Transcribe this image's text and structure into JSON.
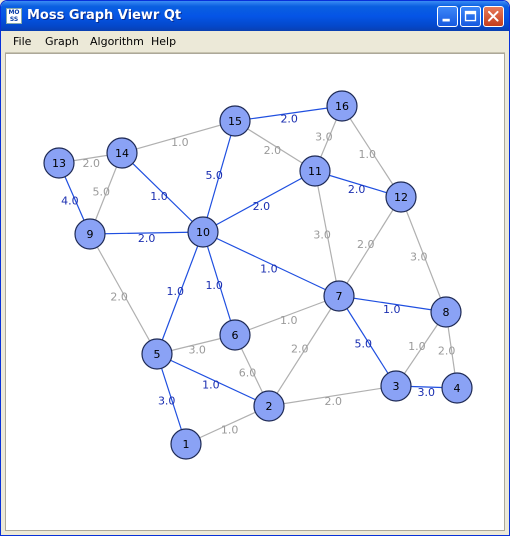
{
  "window": {
    "title": "Moss Graph Viewr Qt",
    "icon_text_top": "MO",
    "icon_text_bottom": "SS"
  },
  "menu": [
    {
      "label": "File"
    },
    {
      "label": "Help"
    },
    {
      "label": "Algorithm"
    },
    {
      "label": "Graph"
    }
  ],
  "colors": {
    "node_fill": "#8aa2f5",
    "tree_edge": "#1f4fe0",
    "tree_label": "#1a2eb0",
    "plain_edge": "#b0b0b0",
    "plain_label": "#9a9a9a"
  },
  "graph": {
    "nodes": [
      {
        "id": "1"
      },
      {
        "id": "2"
      },
      {
        "id": "3"
      },
      {
        "id": "4"
      },
      {
        "id": "5"
      },
      {
        "id": "6"
      },
      {
        "id": "7"
      },
      {
        "id": "8"
      },
      {
        "id": "9"
      },
      {
        "id": "10"
      },
      {
        "id": "11"
      },
      {
        "id": "12"
      },
      {
        "id": "13"
      },
      {
        "id": "14"
      },
      {
        "id": "15"
      },
      {
        "id": "16"
      }
    ],
    "edges": [
      {
        "from": "15",
        "to": "16",
        "weight": "2.0",
        "tree": true
      },
      {
        "from": "14",
        "to": "15",
        "weight": "1.0",
        "tree": false
      },
      {
        "from": "15",
        "to": "11",
        "weight": "2.0",
        "tree": false
      },
      {
        "from": "16",
        "to": "11",
        "weight": "3.0",
        "tree": false
      },
      {
        "from": "16",
        "to": "12",
        "weight": "1.0",
        "tree": false
      },
      {
        "from": "13",
        "to": "14",
        "weight": "2.0",
        "tree": false
      },
      {
        "from": "13",
        "to": "9",
        "weight": "4.0",
        "tree": true
      },
      {
        "from": "14",
        "to": "9",
        "weight": "5.0",
        "tree": false
      },
      {
        "from": "14",
        "to": "10",
        "weight": "1.0",
        "tree": true
      },
      {
        "from": "15",
        "to": "10",
        "weight": "5.0",
        "tree": true
      },
      {
        "from": "11",
        "to": "12",
        "weight": "2.0",
        "tree": true
      },
      {
        "from": "10",
        "to": "11",
        "weight": "2.0",
        "tree": true
      },
      {
        "from": "9",
        "to": "10",
        "weight": "2.0",
        "tree": true
      },
      {
        "from": "11",
        "to": "7",
        "weight": "3.0",
        "tree": false
      },
      {
        "from": "12",
        "to": "7",
        "weight": "2.0",
        "tree": false
      },
      {
        "from": "12",
        "to": "8",
        "weight": "3.0",
        "tree": false
      },
      {
        "from": "10",
        "to": "7",
        "weight": "1.0",
        "tree": true
      },
      {
        "from": "10",
        "to": "6",
        "weight": "1.0",
        "tree": true
      },
      {
        "from": "10",
        "to": "5",
        "weight": "1.0",
        "tree": true
      },
      {
        "from": "9",
        "to": "5",
        "weight": "2.0",
        "tree": false
      },
      {
        "from": "7",
        "to": "8",
        "weight": "1.0",
        "tree": true
      },
      {
        "from": "6",
        "to": "7",
        "weight": "1.0",
        "tree": false
      },
      {
        "from": "5",
        "to": "6",
        "weight": "3.0",
        "tree": false
      },
      {
        "from": "6",
        "to": "2",
        "weight": "6.0",
        "tree": false
      },
      {
        "from": "7",
        "to": "2",
        "weight": "2.0",
        "tree": false
      },
      {
        "from": "7",
        "to": "3",
        "weight": "5.0",
        "tree": true
      },
      {
        "from": "8",
        "to": "3",
        "weight": "1.0",
        "tree": false
      },
      {
        "from": "8",
        "to": "4",
        "weight": "2.0",
        "tree": false
      },
      {
        "from": "3",
        "to": "4",
        "weight": "3.0",
        "tree": true
      },
      {
        "from": "2",
        "to": "3",
        "weight": "2.0",
        "tree": false
      },
      {
        "from": "5",
        "to": "2",
        "weight": "1.0",
        "tree": true
      },
      {
        "from": "5",
        "to": "1",
        "weight": "3.0",
        "tree": true
      },
      {
        "from": "1",
        "to": "2",
        "weight": "1.0",
        "tree": false
      }
    ]
  }
}
